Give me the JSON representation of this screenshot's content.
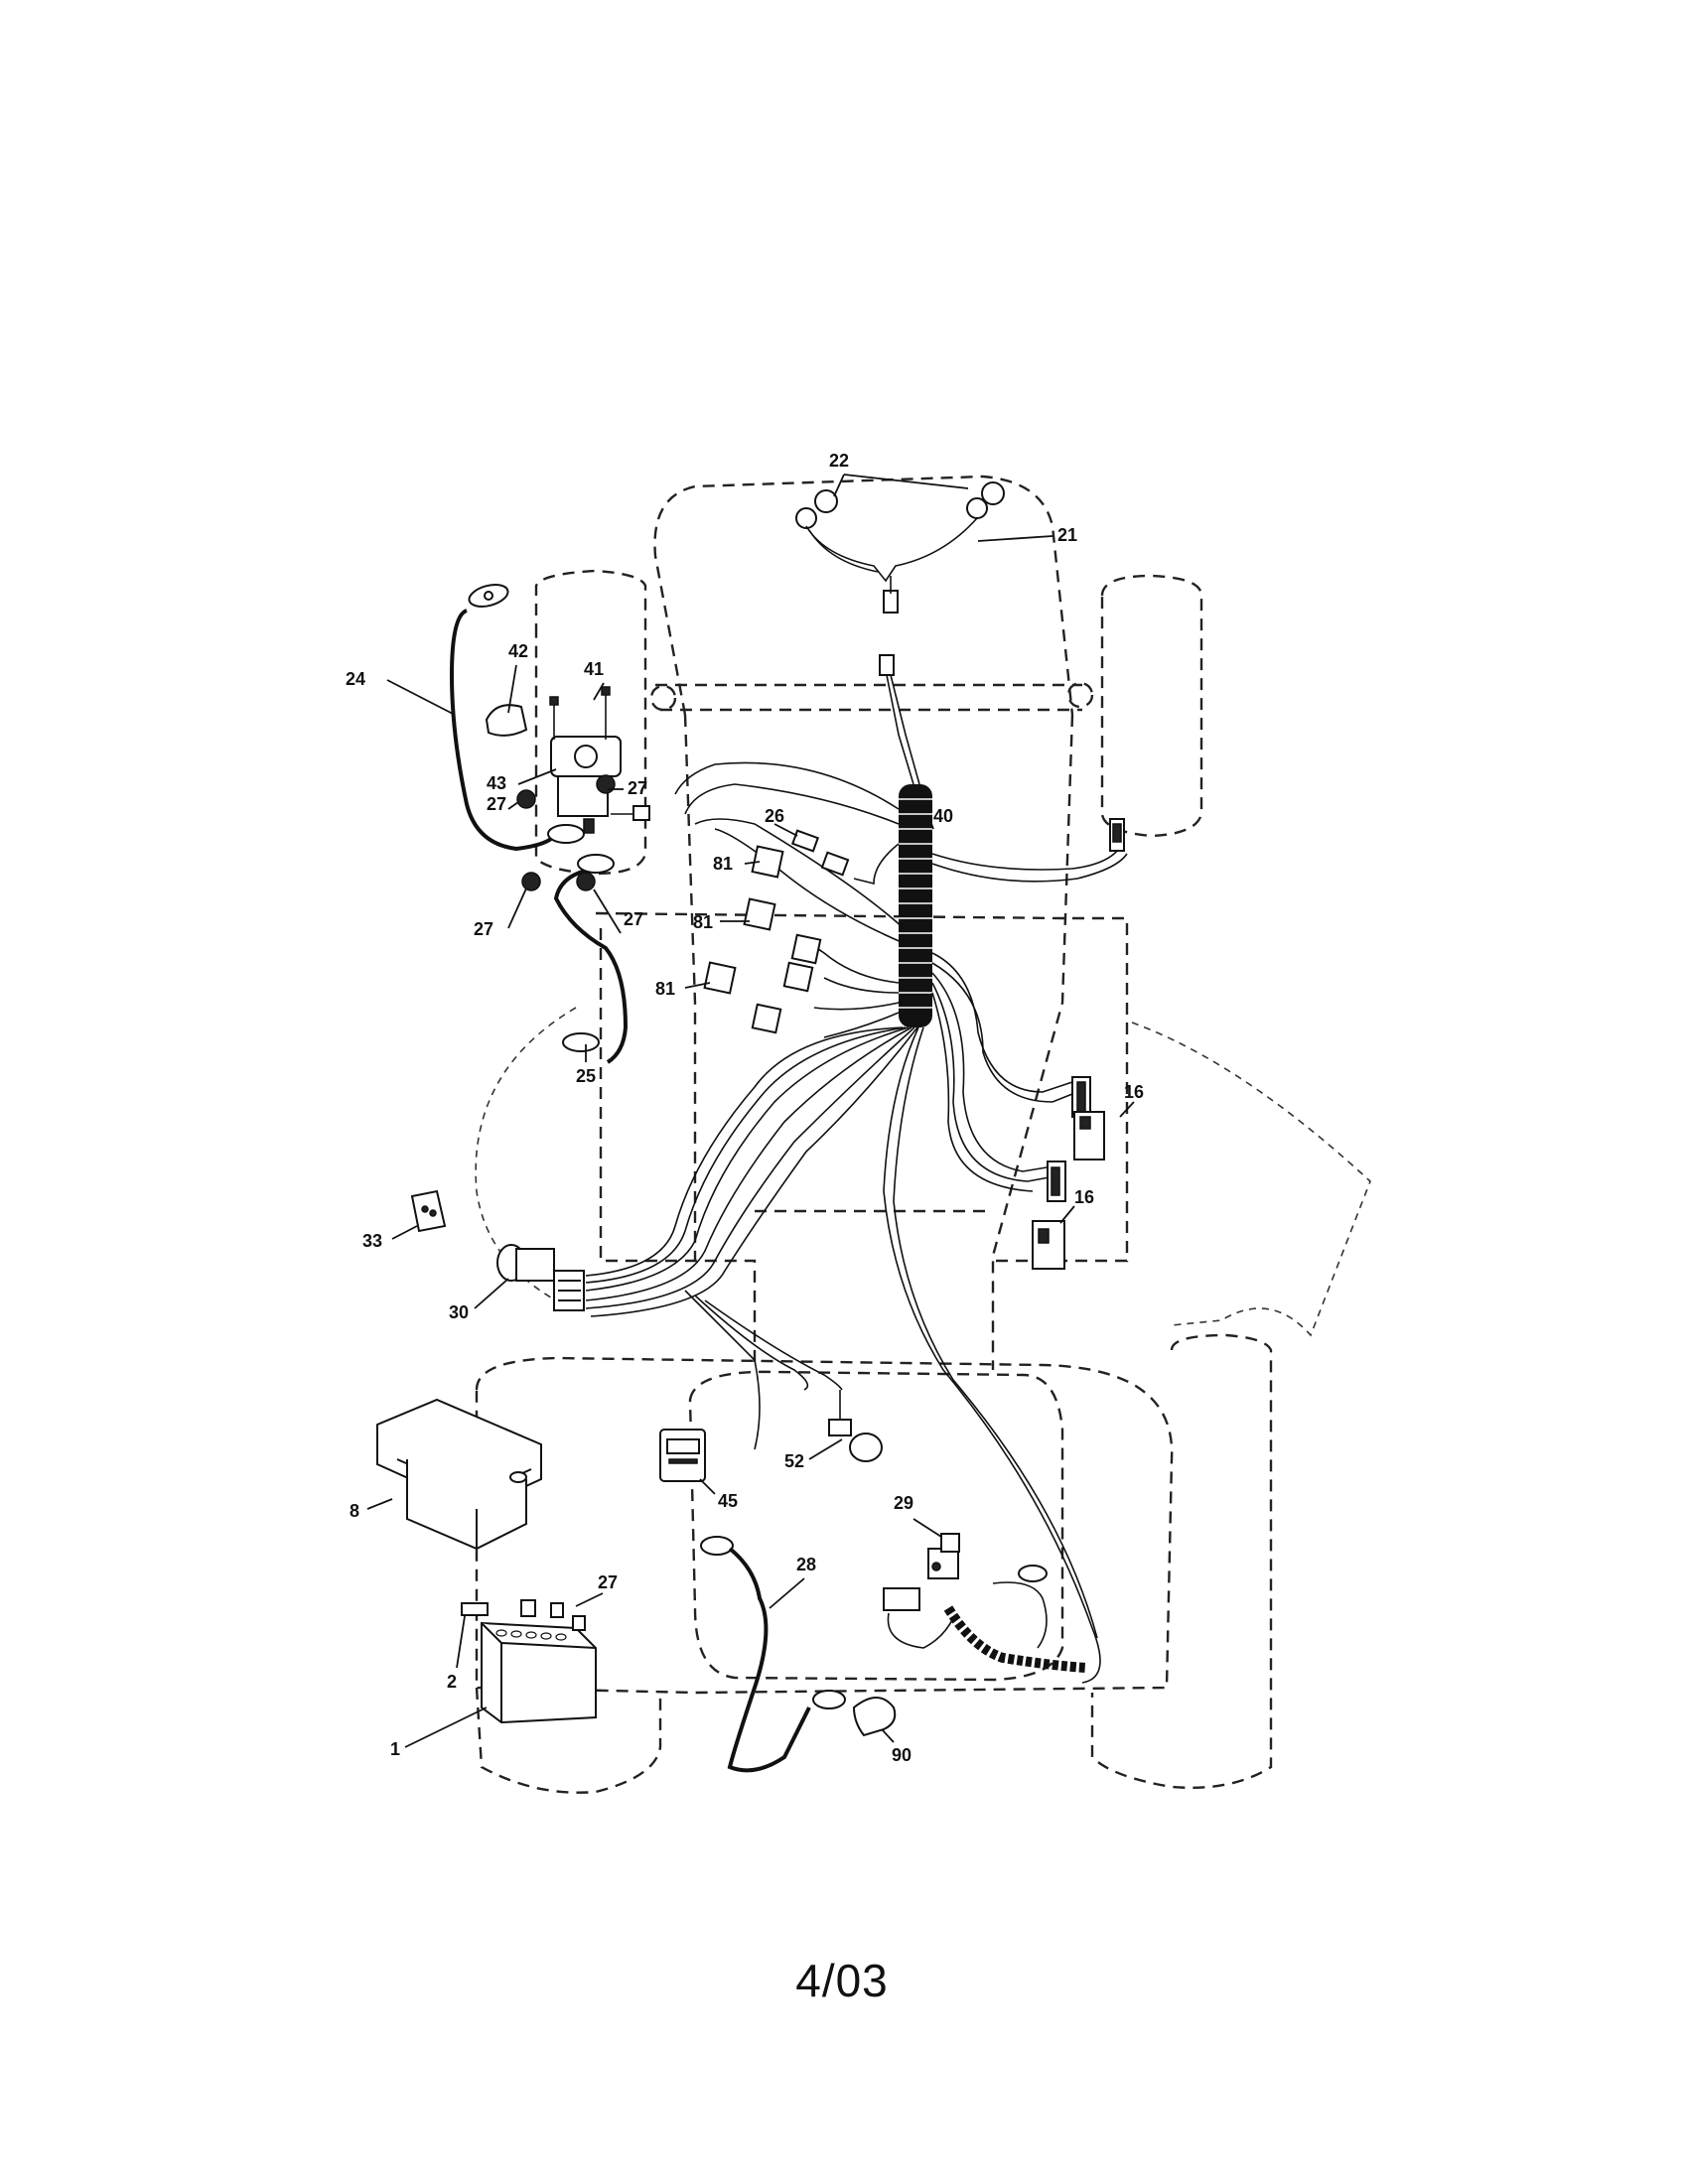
{
  "callouts": [
    {
      "id": "c22",
      "text": "22"
    },
    {
      "id": "c21",
      "text": "21"
    },
    {
      "id": "c24",
      "text": "24"
    },
    {
      "id": "c42",
      "text": "42"
    },
    {
      "id": "c41",
      "text": "41"
    },
    {
      "id": "c43",
      "text": "43"
    },
    {
      "id": "c27a",
      "text": "27"
    },
    {
      "id": "c27b",
      "text": "27"
    },
    {
      "id": "c27c",
      "text": "27"
    },
    {
      "id": "c27d",
      "text": "27"
    },
    {
      "id": "c26",
      "text": "26"
    },
    {
      "id": "c40",
      "text": "40"
    },
    {
      "id": "c81a",
      "text": "81"
    },
    {
      "id": "c81b",
      "text": "81"
    },
    {
      "id": "c81c",
      "text": "81"
    },
    {
      "id": "c25",
      "text": "25"
    },
    {
      "id": "c16a",
      "text": "16"
    },
    {
      "id": "c16b",
      "text": "16"
    },
    {
      "id": "c33",
      "text": "33"
    },
    {
      "id": "c30",
      "text": "30"
    },
    {
      "id": "c8",
      "text": "8"
    },
    {
      "id": "c45",
      "text": "45"
    },
    {
      "id": "c52",
      "text": "52"
    },
    {
      "id": "c29",
      "text": "29"
    },
    {
      "id": "c28",
      "text": "28"
    },
    {
      "id": "c27e",
      "text": "27"
    },
    {
      "id": "c2",
      "text": "2"
    },
    {
      "id": "c1",
      "text": "1"
    },
    {
      "id": "c90",
      "text": "90"
    }
  ],
  "footer": {
    "date": "4/03"
  }
}
